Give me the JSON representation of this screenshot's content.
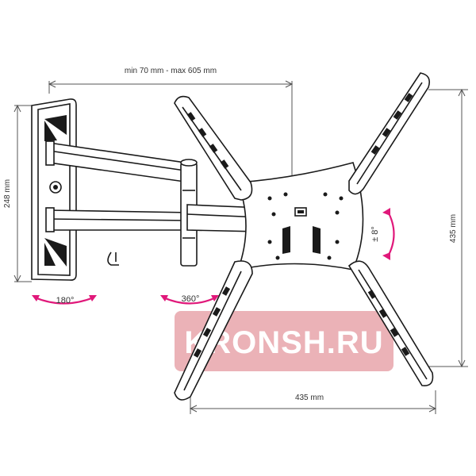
{
  "dimensions": {
    "arm_extension": "min 70 mm - max 605 mm",
    "wall_plate_height": "248 mm",
    "vesa_height": "435 mm",
    "vesa_width": "435 mm"
  },
  "rotations": {
    "wall_swivel": "180°",
    "arm_rotation": "360°",
    "tilt": "± 8°"
  },
  "watermark": {
    "text": "KRONSH.RU"
  },
  "colors": {
    "line": "#1a1a1a",
    "dimension": "#555555",
    "rotation_arrow": "#e0187a",
    "watermark_bg": "#e8a4aa"
  }
}
